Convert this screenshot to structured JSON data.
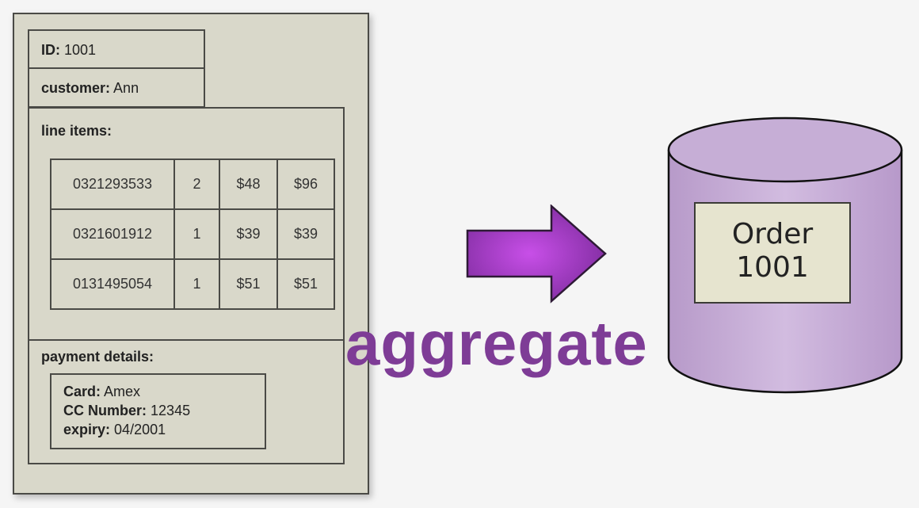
{
  "order_document": {
    "id": {
      "label": "ID:",
      "value": "1001"
    },
    "customer": {
      "label": "customer:",
      "value": "Ann"
    },
    "line_items_label": "line items:",
    "line_items": [
      {
        "isbn": "0321293533",
        "qty": "2",
        "price": "$48",
        "total": "$96"
      },
      {
        "isbn": "0321601912",
        "qty": "1",
        "price": "$39",
        "total": "$39"
      },
      {
        "isbn": "0131495054",
        "qty": "1",
        "price": "$51",
        "total": "$51"
      }
    ],
    "payment_details_label": "payment details:",
    "payment": {
      "card_label": "Card:",
      "card_value": "Amex",
      "cc_label": "CC Number:",
      "cc_value": "12345",
      "expiry_label": "expiry:",
      "expiry_value": "04/2001"
    }
  },
  "arrow_label": "aggregate",
  "database": {
    "record_line1": "Order",
    "record_line2": "1001"
  },
  "colors": {
    "paper": "#d9d8ca",
    "arrow": "#9b3fc4",
    "cylinder": "#c3a7d3",
    "label": "#7e3c96"
  },
  "icons": {
    "arrow": "right-arrow-icon",
    "database": "database-cylinder-icon"
  }
}
